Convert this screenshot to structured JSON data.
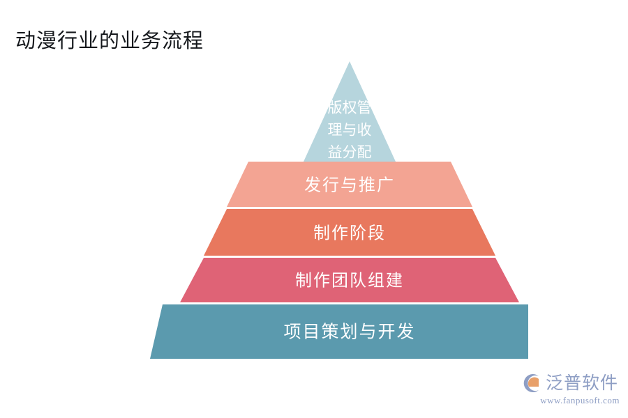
{
  "title": "动漫行业的业务流程",
  "background_color": "#ffffff",
  "title_color": "#15181c",
  "pyramid": {
    "type": "pyramid",
    "orientation": "top-narrow",
    "layer_count": 5,
    "layers": [
      {
        "index": 1,
        "level": "top",
        "label": "版权管理与收益分配",
        "label_lines": [
          "版权管",
          "理与收",
          "益分配"
        ],
        "color": "#b6d5dd",
        "text_color": "#ffffff"
      },
      {
        "index": 2,
        "level": "upper-middle",
        "label": "发行与推广",
        "label_lines": [
          "发行与推广"
        ],
        "color": "#f3a493",
        "text_color": "#ffffff"
      },
      {
        "index": 3,
        "level": "middle",
        "label": "制作阶段",
        "label_lines": [
          "制作阶段"
        ],
        "color": "#e8785e",
        "text_color": "#ffffff"
      },
      {
        "index": 4,
        "level": "lower-middle",
        "label": "制作团队组建",
        "label_lines": [
          "制作团队组建"
        ],
        "color": "#df6376",
        "text_color": "#ffffff"
      },
      {
        "index": 5,
        "level": "base",
        "label": "项目策划与开发",
        "label_lines": [
          "项目策划与开发"
        ],
        "color": "#5b9aae",
        "text_color": "#ffffff"
      }
    ]
  },
  "logo": {
    "brand": "泛普软件",
    "url": "www.fanpusoft.com",
    "mark_icon": "fanpu-c-arc-logo",
    "color": "#8e9ec4",
    "mark_accent_color": "#e8a06a"
  }
}
